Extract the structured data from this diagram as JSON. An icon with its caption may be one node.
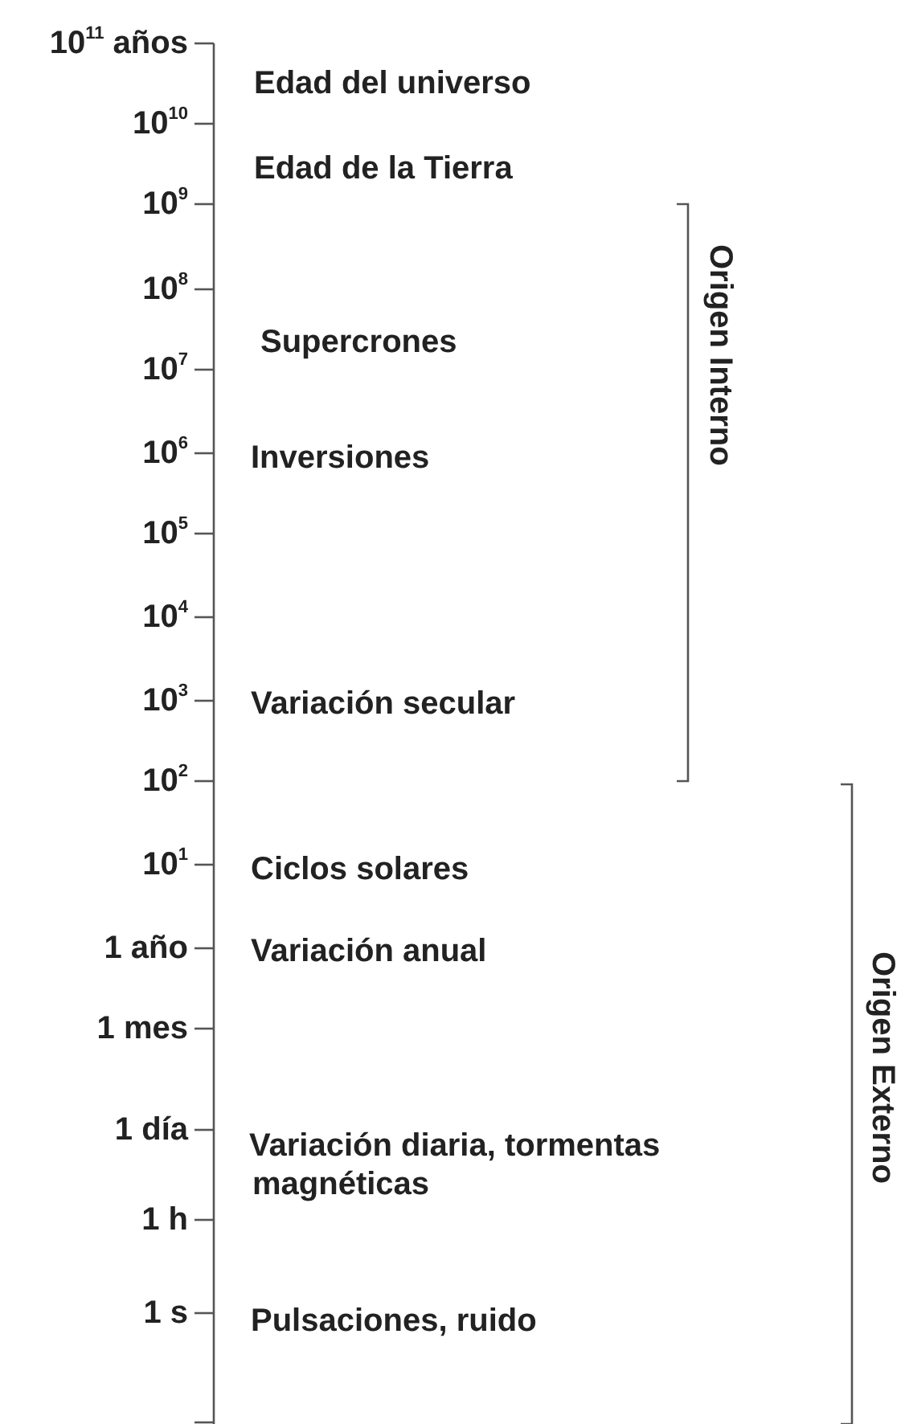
{
  "diagram": {
    "labels": [
      "10$^{11}$ años",
      "Edad del universo",
      "10$^{10}$",
      "Edad de la Tierra",
      "10$^{9}$",
      "Origen Interno",
      "10$^{8}$",
      "Supercrones",
      "10$^{7}$",
      "10$^{6}$",
      "Inversiones",
      "10$^{5}$",
      "10$^{4}$",
      "10$^{3}$",
      "Variación secular",
      "10$^{2}$",
      "10$^{1}$",
      "Ciclos solares",
      "1 año",
      "Variación anual",
      "Origen Externo",
      "1 mes",
      "1 día",
      "Variación diaria, tormentas magnéticas",
      "1 h",
      "1 s",
      "Pulsaciones, ruido"
    ]
  }
}
